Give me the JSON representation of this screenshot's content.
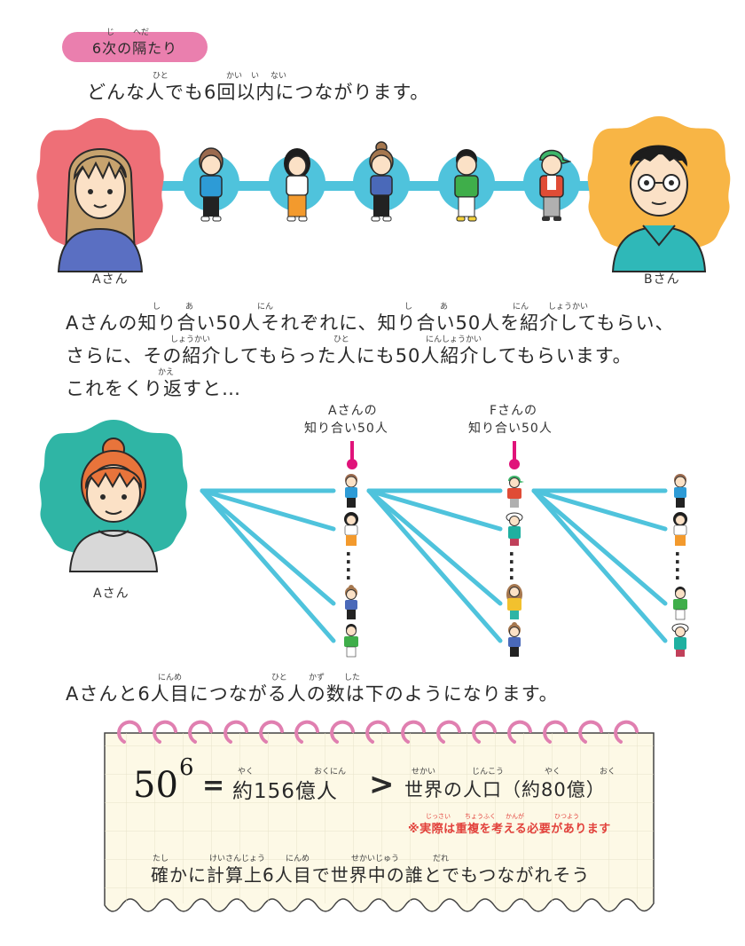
{
  "header": {
    "tag_label": "6次の隔たり",
    "tag_ruby": [
      {
        "base": "次",
        "rt": "じ"
      },
      {
        "base": "隔",
        "rt": "へだ"
      }
    ],
    "tag_color": "#ea7fae"
  },
  "lead": {
    "text": "どんな人でも6回以内につながります。",
    "ruby": [
      {
        "base": "人",
        "rt": "ひと"
      },
      {
        "base": "回",
        "rt": "かい"
      },
      {
        "base": "以",
        "rt": "い"
      },
      {
        "base": "内",
        "rt": "ない"
      }
    ]
  },
  "chain_diagram": {
    "start": {
      "label": "Aさん",
      "bg_color": "#ee6f77"
    },
    "end": {
      "label": "Bさん",
      "bg_color": "#f8b545"
    },
    "link_color": "#4fc3dc",
    "intermediaries": [
      {
        "name": "person-1",
        "shirt": "#2d9bd6",
        "pants": "#222222",
        "hair": "#9b6a4e"
      },
      {
        "name": "person-2",
        "shirt": "#ffffff",
        "pants": "#f39a2d",
        "hair": "#1d1d1d"
      },
      {
        "name": "person-3",
        "shirt": "#4a69b9",
        "pants": "#222222",
        "hair": "#a5774f"
      },
      {
        "name": "person-4",
        "shirt": "#3fae4a",
        "pants": "#ffffff",
        "hair": "#1d1d1d"
      },
      {
        "name": "person-5",
        "shirt": "#e04c36",
        "pants": "#b0b0b0",
        "hair": "#3db56a"
      }
    ]
  },
  "explanation": {
    "lines": [
      "Aさんの知り合い50人それぞれに、知り合い50人を紹介してもらい、",
      "さらに、その紹介してもらった人にも50人紹介してもらいます。",
      "これをくり返すと…"
    ],
    "ruby_line1": [
      "し",
      "あ",
      "にん",
      "し",
      "あ",
      "にん",
      "しょうかい"
    ],
    "ruby_line2": [
      "しょうかい",
      "ひと",
      "にんしょうかい"
    ],
    "ruby_line3": [
      "かえ"
    ]
  },
  "tree_diagram": {
    "root": {
      "label": "Aさん",
      "bg_color": "#2fb5a5"
    },
    "link_color": "#4fc3dc",
    "marker_color": "#e0137a",
    "group_labels": [
      {
        "line1": "Aさんの",
        "line2": "知り合い50人",
        "ruby": [
          "し",
          "あ",
          "にん"
        ]
      },
      {
        "line1": "Fさんの",
        "line2": "知り合い50人",
        "ruby": [
          "し",
          "あ",
          "にん"
        ]
      }
    ],
    "columns": [
      {
        "figures": [
          {
            "shirt": "#2d9bd6",
            "pants": "#222",
            "hair": "#9b6a4e"
          },
          {
            "shirt": "#fff",
            "pants": "#f39a2d",
            "hair": "#1d1d1d"
          },
          {
            "shirt": "#4a69b9",
            "pants": "#222",
            "hair": "#a5774f"
          },
          {
            "shirt": "#3fae4a",
            "pants": "#fff",
            "hair": "#1d1d1d"
          }
        ]
      },
      {
        "figures": [
          {
            "shirt": "#e04c36",
            "pants": "#b0b0b0",
            "hair": "#3db56a"
          },
          {
            "shirt": "#1fb0a0",
            "pants": "#1fb0a0",
            "hair": "#ffffff"
          },
          {
            "shirt": "#f2c12e",
            "pants": "#2fb5a5",
            "hair": "#a5774f"
          },
          {
            "shirt": "#4a69b9",
            "pants": "#222",
            "hair": "#a5774f"
          }
        ]
      },
      {
        "figures": [
          {
            "shirt": "#2d9bd6",
            "pants": "#222",
            "hair": "#9b6a4e"
          },
          {
            "shirt": "#fff",
            "pants": "#f39a2d",
            "hair": "#1d1d1d"
          },
          {
            "shirt": "#3fae4a",
            "pants": "#fff",
            "hair": "#1d1d1d"
          },
          {
            "shirt": "#1fb0a0",
            "pants": "#1fb0a0",
            "hair": "#ffffff"
          }
        ]
      }
    ],
    "ellipsis": "⋮"
  },
  "summary": {
    "text": "Aさんと6人目につながる人の数は下のようになります。",
    "ruby": [
      "にんめ",
      "ひと",
      "かず",
      "した"
    ]
  },
  "notebook": {
    "equation_base": "50",
    "equation_exp": "6",
    "equals": "=",
    "result": "約156億人",
    "result_ruby": [
      "やく",
      "おくにん"
    ],
    "comparator": ">",
    "compare_to": "世界の人口（約80億）",
    "compare_ruby": [
      "せかい",
      "じんこう",
      "やく",
      "おく"
    ],
    "note": "※実際は重複を考える必要があります",
    "note_ruby": [
      "じっさい",
      "ちょうふく",
      "かんが",
      "ひつよう"
    ],
    "conclusion": "確かに計算上6人目で世界中の誰とでもつながれそう",
    "conclusion_ruby": [
      "たし",
      "けいさんじょう",
      "にんめ",
      "せかいじゅう",
      "だれ"
    ],
    "paper_color": "#fdf9e6",
    "ring_color": "#e07fb0",
    "ring_count": 15
  }
}
